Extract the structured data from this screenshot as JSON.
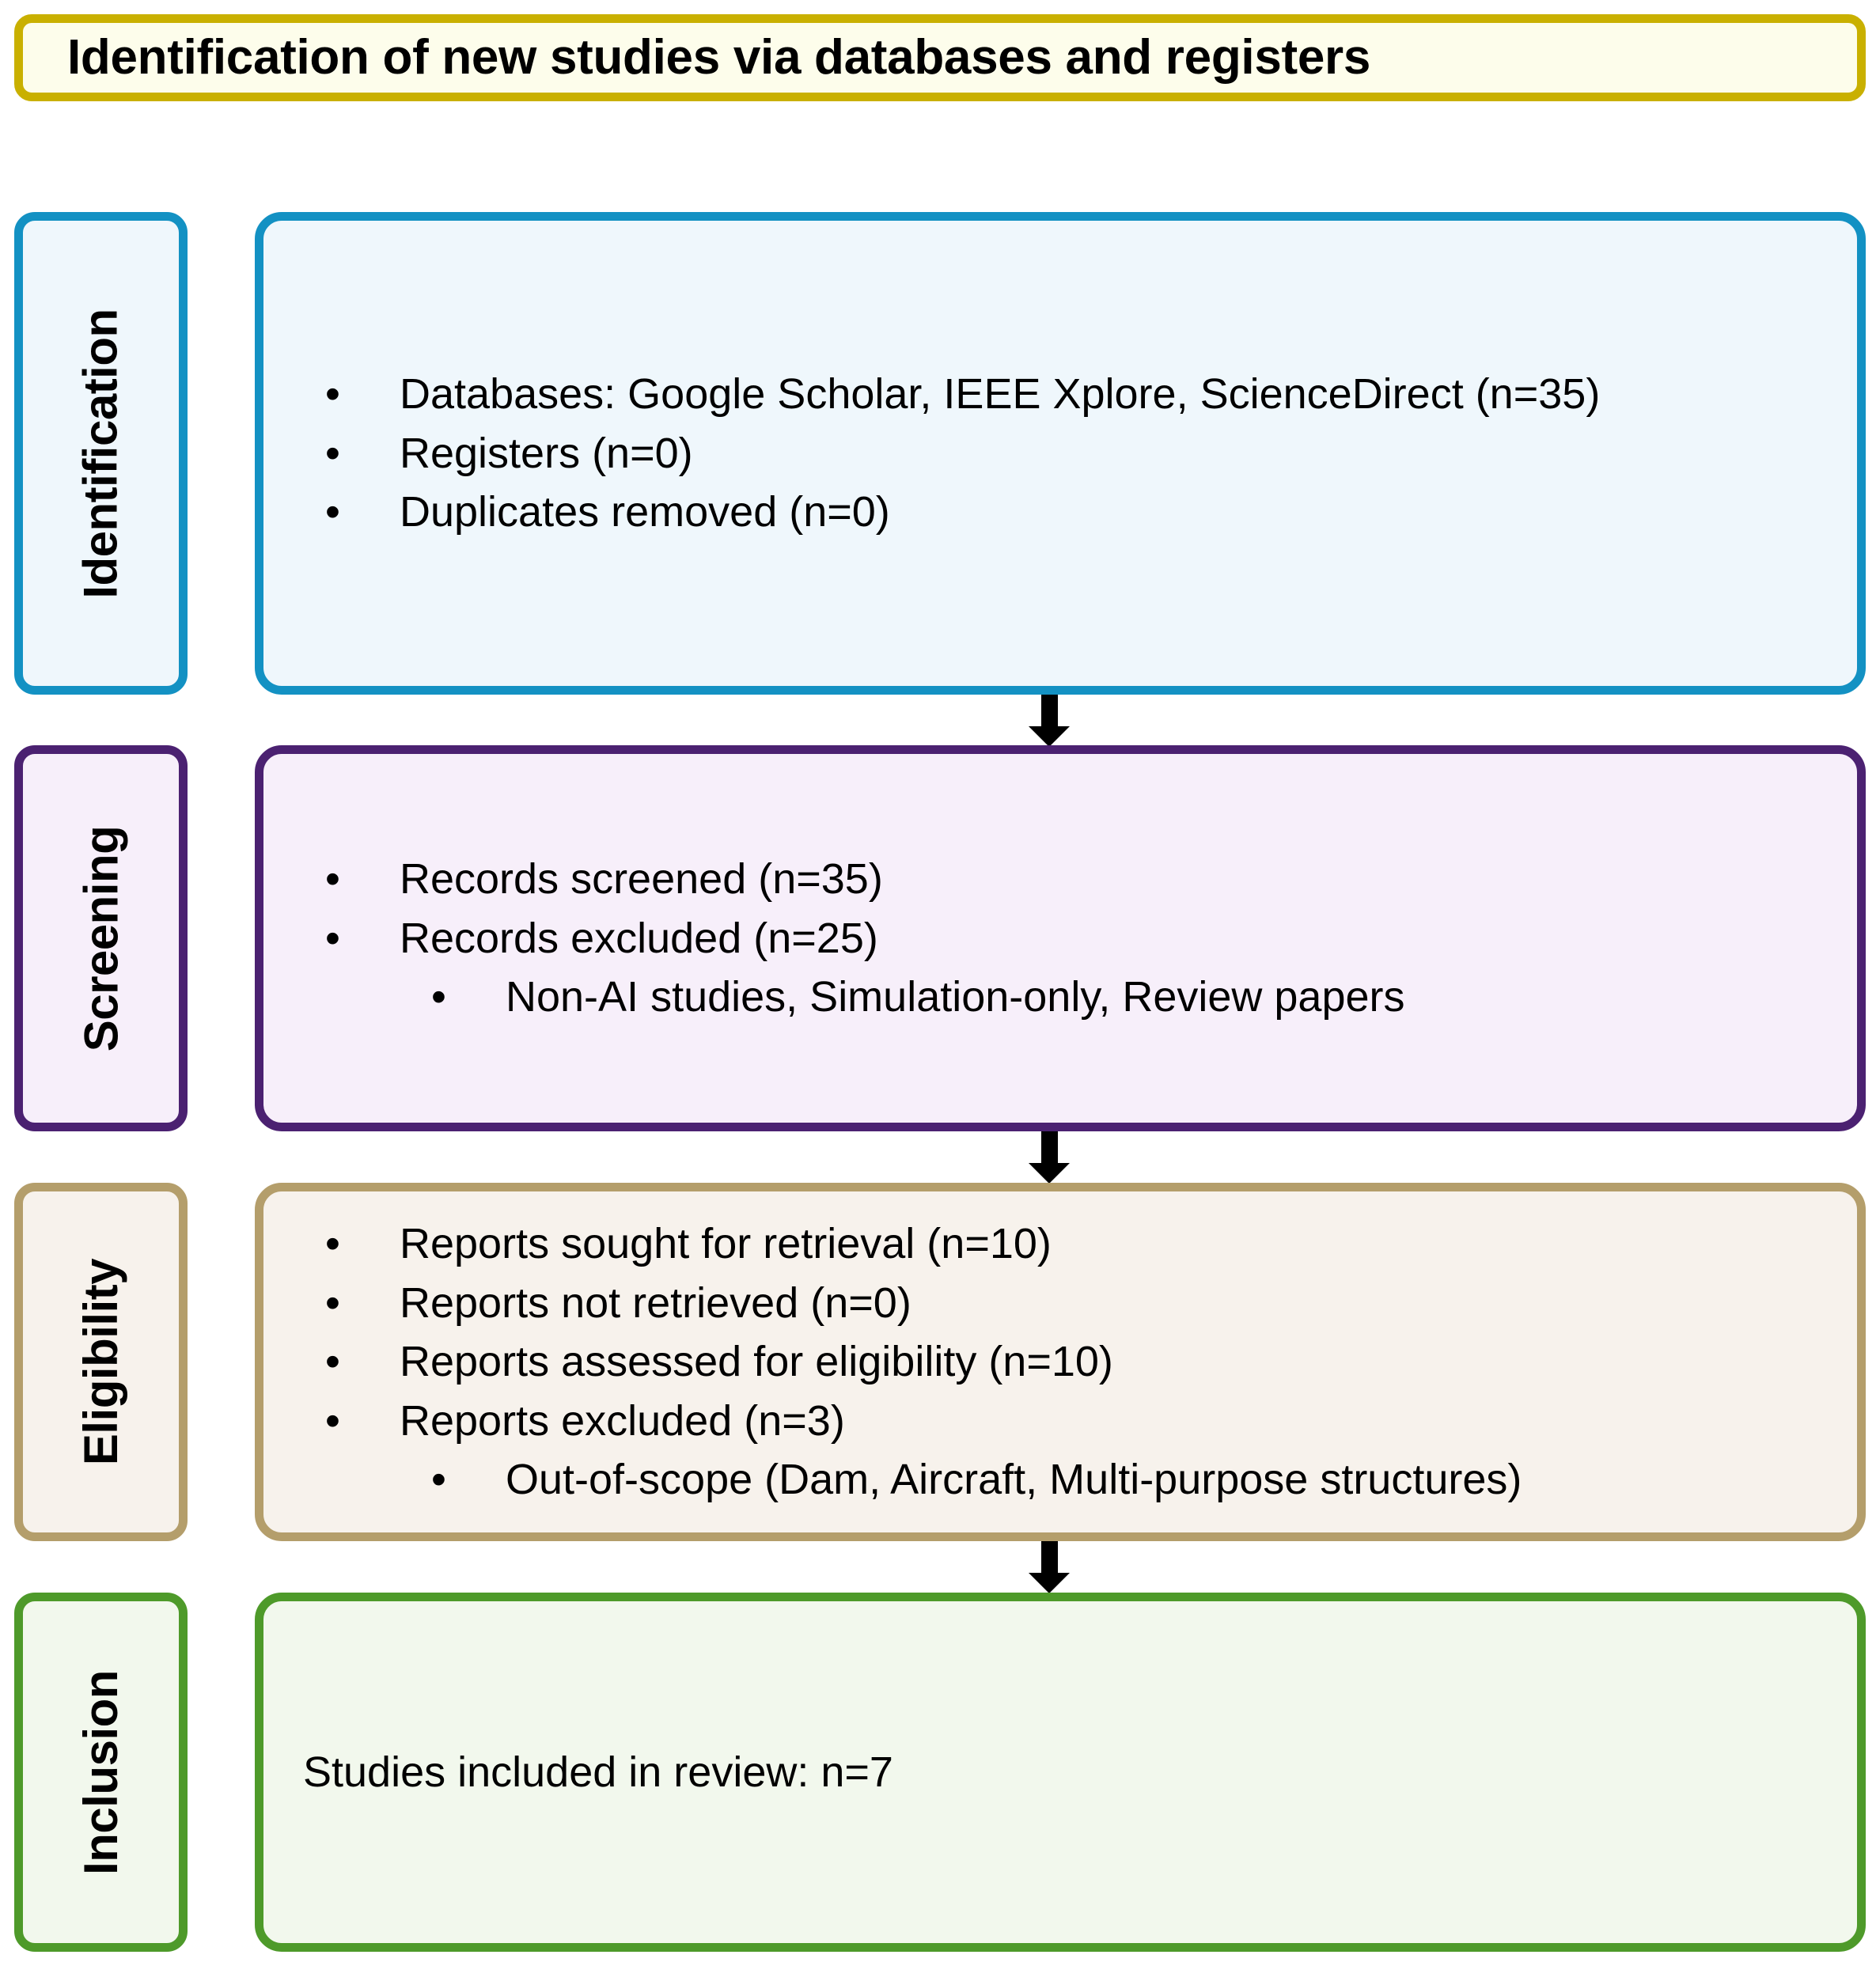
{
  "title": {
    "text": "Identification of new studies via databases and registers",
    "border_color": "#C9B000",
    "fill_color": "#FDFDEB"
  },
  "stages": [
    {
      "label": "Identification",
      "border_color": "#1391C3",
      "fill_color": "#EFF7FC",
      "items": [
        {
          "text": "Databases: Google Scholar, IEEE Xplore, ScienceDirect (n=35)",
          "level": 1,
          "bullet": "•"
        },
        {
          "text": "Registers (n=0)",
          "level": 1,
          "bullet": "•"
        },
        {
          "text": "Duplicates removed (n=0)",
          "level": 1,
          "bullet": "•"
        }
      ]
    },
    {
      "label": "Screening",
      "border_color": "#4B2171",
      "fill_color": "#F7EFFA",
      "items": [
        {
          "text": "Records screened (n=35)",
          "level": 1,
          "bullet": "•"
        },
        {
          "text": "Records excluded (n=25)",
          "level": 1,
          "bullet": "•"
        },
        {
          "text": "Non-AI studies, Simulation-only, Review papers",
          "level": 2,
          "bullet": "•"
        }
      ]
    },
    {
      "label": "Eligibility",
      "border_color": "#B49E6B",
      "fill_color": "#F7F2EC",
      "items": [
        {
          "text": "Reports sought for retrieval (n=10)",
          "level": 1,
          "bullet": "•"
        },
        {
          "text": "Reports not retrieved (n=0)",
          "level": 1,
          "bullet": "•"
        },
        {
          "text": "Reports assessed for eligibility (n=10)",
          "level": 1,
          "bullet": "•"
        },
        {
          "text": "Reports excluded (n=3)",
          "level": 1,
          "bullet": "•"
        },
        {
          "text": "Out-of-scope (Dam, Aircraft, Multi-purpose structures)",
          "level": 2,
          "bullet": "•"
        }
      ]
    },
    {
      "label": "Inclusion",
      "border_color": "#4E9A2A",
      "fill_color": "#F2F8ED",
      "items": [
        {
          "text": "Studies included in review: n=7",
          "level": 0,
          "bullet": ""
        }
      ]
    }
  ],
  "arrows": [
    {
      "from": "Identification",
      "to": "Screening",
      "color": "#000000"
    },
    {
      "from": "Screening",
      "to": "Eligibility",
      "color": "#000000"
    },
    {
      "from": "Eligibility",
      "to": "Inclusion",
      "color": "#000000"
    }
  ]
}
